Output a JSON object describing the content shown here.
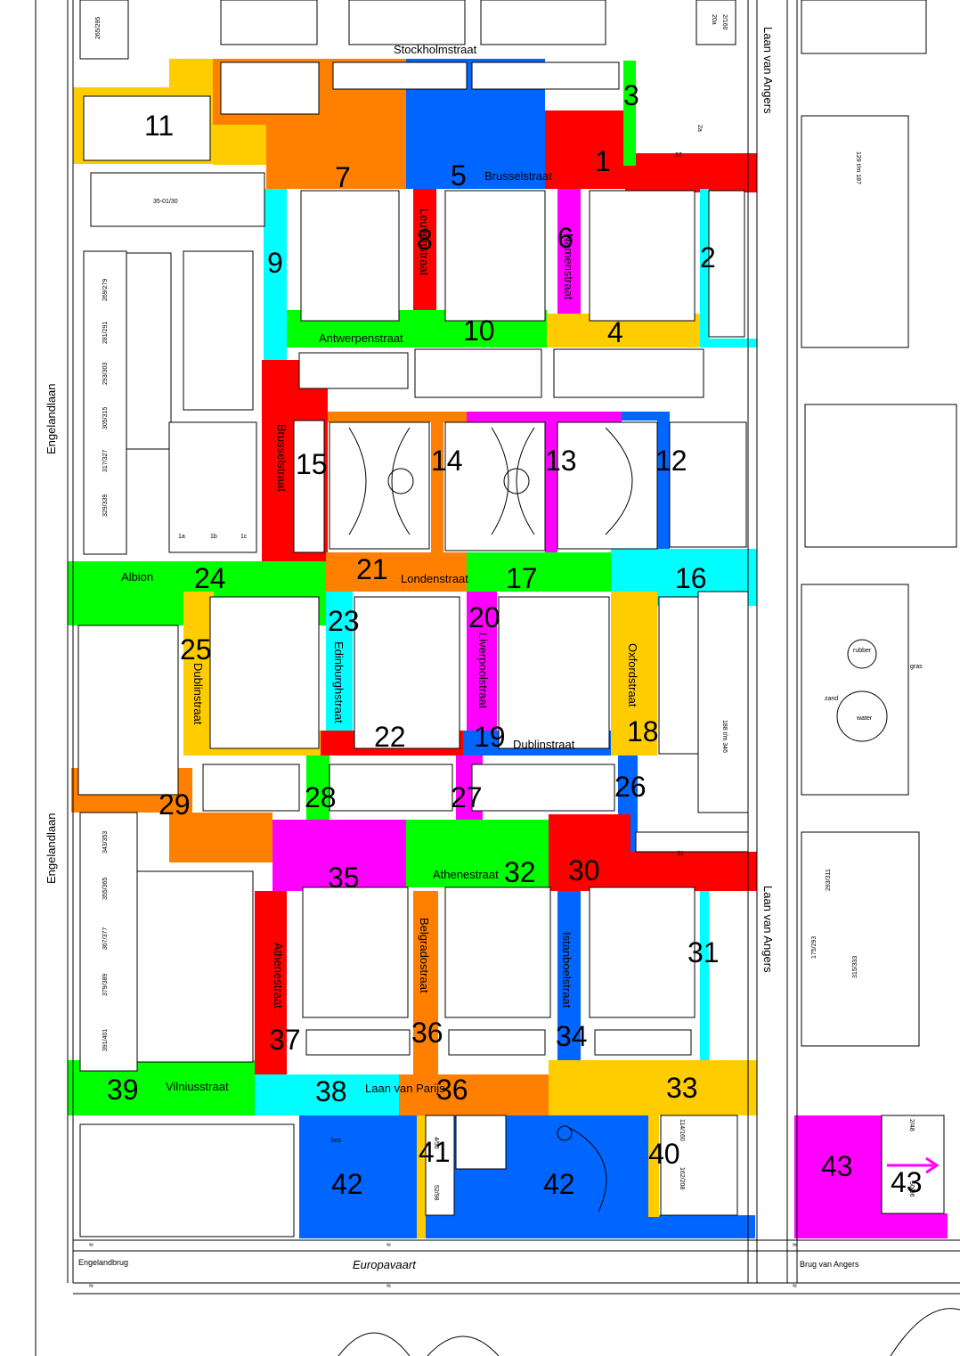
{
  "streets": {
    "stockholmstraat": "Stockholmstraat",
    "brusselstraat_top": "Brusselstraat",
    "leuvenstraat": "Leuvenstraat",
    "namenstraat": "Namenstraat",
    "antwerpenstraat": "Antwerpenstraat",
    "brusselstraat_side": "Brusselstraat",
    "albion": "Albion",
    "londenstraat": "Londenstraat",
    "edinburghstraat": "Edinburghstraat",
    "liverpoolstraat": "Liverpoolstraat",
    "oxfordstraat": "Oxfordstraat",
    "dublinstraat_left": "Dublinstraat",
    "dublinstraat_bottom": "Dublinstraat",
    "athenestraat_top": "Athenestraat",
    "athenestraat_side": "Athenestraat",
    "belgradostraat": "Belgradostraat",
    "istanboelstraat": "Istanboelstraat",
    "vilniusstraat": "Vilniusstraat",
    "laan_van_parijs": "Laan van Parijs",
    "laan_van_angers_top": "Laan van Angers",
    "laan_van_angers_bottom": "Laan van Angers",
    "engelandlaan_top": "Engelandlaan",
    "engelandlaan_bottom": "Engelandlaan",
    "europavaart": "Europavaart",
    "engelandbrug": "Engelandbrug",
    "brug_van_angers": "Brug van Angers"
  },
  "zones": [
    {
      "id": "1",
      "color": "#ff0000"
    },
    {
      "id": "2",
      "color": "#00ffff"
    },
    {
      "id": "3",
      "color": "#00ff00"
    },
    {
      "id": "4",
      "color": "#ffcc00"
    },
    {
      "id": "5",
      "color": "#0066ff"
    },
    {
      "id": "6",
      "color": "#ff00ff"
    },
    {
      "id": "7",
      "color": "#ff8000"
    },
    {
      "id": "8",
      "color": "#ff0000"
    },
    {
      "id": "9",
      "color": "#00ffff"
    },
    {
      "id": "10",
      "color": "#00ff00"
    },
    {
      "id": "11",
      "color": "#ffcc00"
    },
    {
      "id": "12",
      "color": "#0066ff"
    },
    {
      "id": "13",
      "color": "#ff00ff"
    },
    {
      "id": "14",
      "color": "#ff8000"
    },
    {
      "id": "15",
      "color": "#ff0000"
    },
    {
      "id": "16",
      "color": "#00ffff"
    },
    {
      "id": "17",
      "color": "#00ff00"
    },
    {
      "id": "18",
      "color": "#ffcc00"
    },
    {
      "id": "19",
      "color": "#0066ff"
    },
    {
      "id": "20",
      "color": "#ff00ff"
    },
    {
      "id": "21",
      "color": "#ff8000"
    },
    {
      "id": "22",
      "color": "#ff0000"
    },
    {
      "id": "23",
      "color": "#00ffff"
    },
    {
      "id": "24",
      "color": "#00ff00"
    },
    {
      "id": "25",
      "color": "#ffcc00"
    },
    {
      "id": "26",
      "color": "#0066ff"
    },
    {
      "id": "27",
      "color": "#ff00ff"
    },
    {
      "id": "28",
      "color": "#00ff00"
    },
    {
      "id": "29",
      "color": "#ff8000"
    },
    {
      "id": "30",
      "color": "#ff0000"
    },
    {
      "id": "31",
      "color": "#00ffff"
    },
    {
      "id": "32",
      "color": "#00ff00"
    },
    {
      "id": "33",
      "color": "#ffcc00"
    },
    {
      "id": "34",
      "color": "#0066ff"
    },
    {
      "id": "35",
      "color": "#ff00ff"
    },
    {
      "id": "36",
      "color": "#ff8000"
    },
    {
      "id": "37",
      "color": "#ff0000"
    },
    {
      "id": "38",
      "color": "#00ffff"
    },
    {
      "id": "39",
      "color": "#00ff00"
    },
    {
      "id": "40",
      "color": "#ffcc00"
    },
    {
      "id": "41",
      "color": "#ffcc00"
    },
    {
      "id": "42",
      "color": "#0066ff"
    },
    {
      "id": "43",
      "color": "#ff00ff"
    }
  ],
  "labels": {
    "z1": "1",
    "z2": "2",
    "z3": "3",
    "z4": "4",
    "z5": "5",
    "z6": "6",
    "z7": "7",
    "z8": "8",
    "z9": "9",
    "z10": "10",
    "z11": "11",
    "z12": "12",
    "z13": "13",
    "z14": "14",
    "z15": "15",
    "z16": "16",
    "z17": "17",
    "z18": "18",
    "z19": "19",
    "z20": "20",
    "z21": "21",
    "z22": "22",
    "z23": "23",
    "z24": "24",
    "z25": "25",
    "z26": "26",
    "z27": "27",
    "z28": "28",
    "z29": "29",
    "z30": "30",
    "z31": "31",
    "z32": "32",
    "z33": "33",
    "z34": "34",
    "z35": "35",
    "z36a": "36",
    "z36b": "36",
    "z37": "37",
    "z38": "38",
    "z39": "39",
    "z40": "40",
    "z41": "41",
    "z42a": "42",
    "z42b": "42",
    "z43a": "43",
    "z43b": "43"
  },
  "annotations": {
    "n3501": "35-01/30",
    "n37": "37",
    "n31": "31",
    "n2a": "2a",
    "n20a": "20a",
    "n2_160": "2/160",
    "n129_187": "129 t/m 187",
    "n188_346": "188 t/m 346",
    "n265_295": "265/295",
    "n269_279": "269/279",
    "n281_291": "281/291",
    "n293_303": "293/303",
    "n305_315": "305/315",
    "n317_327": "317/327",
    "n329_339": "329/339",
    "n343_353": "343/353",
    "n355_365": "355/365",
    "n367_377": "367/377",
    "n379_389": "379/389",
    "n391_401": "391/401",
    "n293_311": "293/311",
    "n175_293": "175/293",
    "n315_333": "315/333",
    "n2_48": "2/48",
    "n50_96": "50/96",
    "n52_98": "52/98",
    "n4_50": "4/50",
    "n162_208": "162/208",
    "n114_160": "114/160",
    "n1a": "1a",
    "n1b": "1b",
    "n1c": "1c",
    "rubber": "rubber",
    "gras": "gras",
    "zand": "zand",
    "water": "water",
    "bos": "bos"
  }
}
